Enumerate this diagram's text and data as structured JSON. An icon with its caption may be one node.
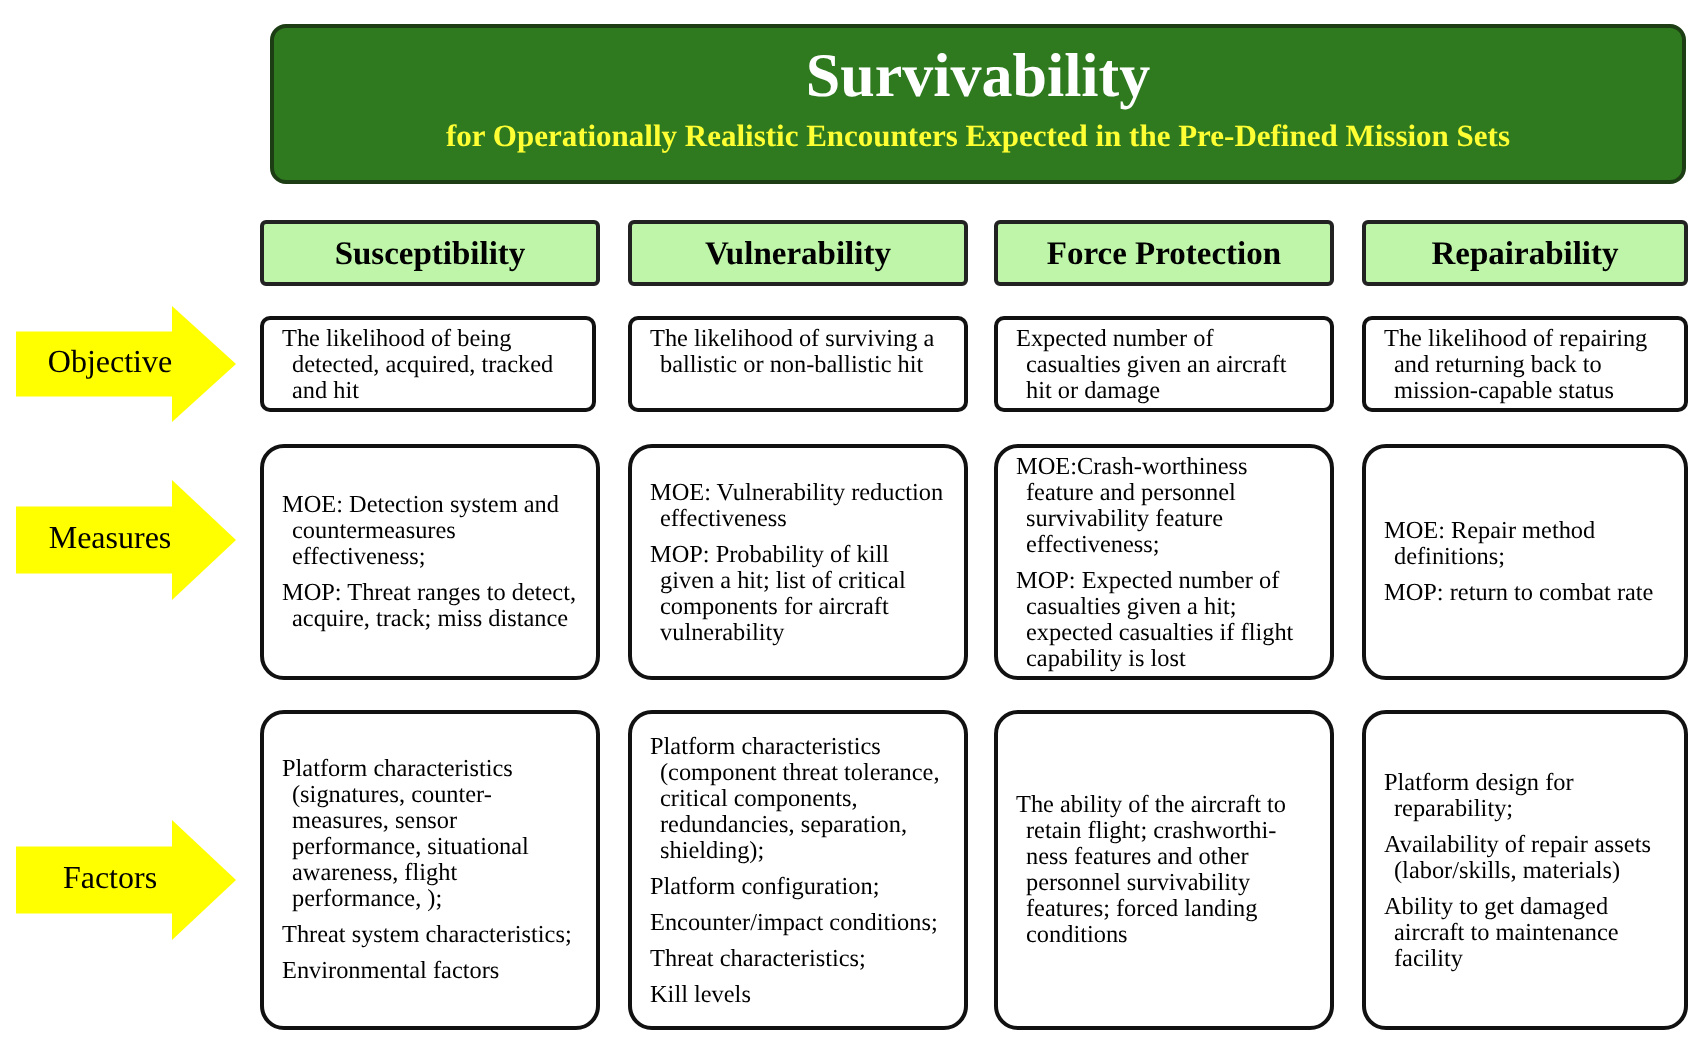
{
  "diagram": {
    "nodes": [
      {
        "text": [
          "Survivability",
          "for Operationally Realistic Encounters Expected in the Pre-Defined Mission Sets"
        ]
      },
      {
        "text": [
          "Susceptibility"
        ]
      },
      {
        "text": [
          "Vulnerability"
        ]
      },
      {
        "text": [
          "Force Protection"
        ]
      },
      {
        "text": [
          "Repairability"
        ]
      },
      {
        "text": [
          "Objective"
        ]
      },
      {
        "text": [
          "The likelihood of being detected, acquired, tracked and hit"
        ]
      },
      {
        "text": [
          "The likelihood of surviving a ballistic or non-ballistic hit"
        ]
      },
      {
        "text": [
          "Expected number of casualties given an aircraft hit or damage"
        ]
      },
      {
        "text": [
          "The likelihood of repairing and returning back to mission-capable status"
        ]
      },
      {
        "text": [
          "Measures"
        ]
      },
      {
        "text": [
          "MOE: Detection system and countermeasures effectiveness;",
          "MOP: Threat ranges to detect, acquire, track; miss distance"
        ]
      },
      {
        "text": [
          "MOE: Vulnerability reduction effectiveness",
          "MOP: Probability of kill given a hit; list of critical components for aircraft vulnerability"
        ]
      },
      {
        "text": [
          "MOE:Crash-worthiness feature and personnel survivability feature effectiveness;",
          "MOP: Expected number of casualties given a hit; expected casualties if flight capability is lost"
        ]
      },
      {
        "text": [
          "MOE: Repair method definitions;",
          "MOP: return to combat rate"
        ]
      },
      {
        "text": [
          "Factors"
        ]
      },
      {
        "text": [
          "Platform characteristics (signatures, counter-measures, sensor performance, situational awareness, flight performance, );",
          "Threat system characteristics;",
          "Environmental factors"
        ]
      },
      {
        "text": [
          "Platform characteristics (component threat tolerance, critical components, redundancies, separation, shielding);",
          "Platform configuration;",
          "Encounter/impact conditions;",
          "Threat characteristics;",
          "Kill levels"
        ]
      },
      {
        "text": [
          "The ability of the aircraft to retain flight; crashworthi-ness features and other personnel survivability features; forced landing conditions"
        ]
      },
      {
        "text": [
          "Platform design for reparability;",
          "Availability of repair assets (labor/skills, materials)",
          "Ability to get damaged aircraft to maintenance facility"
        ]
      }
    ]
  }
}
